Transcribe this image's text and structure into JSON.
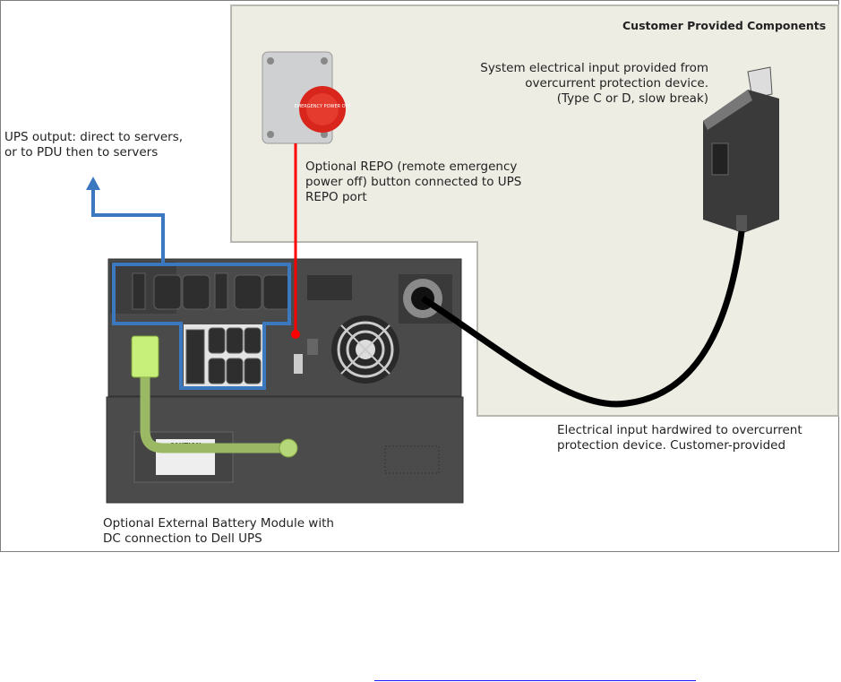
{
  "labels": {
    "customer_box_title": "Customer Provided Components",
    "electrical_input": [
      "System electrical input provided from",
      "overcurrent protection device.",
      "(Type C or D, slow break)"
    ],
    "ups_output": [
      "UPS output: direct to servers,",
      "or to PDU then to servers"
    ],
    "repo": [
      "Optional REPO (remote emergency",
      "power off) button connected to UPS",
      "REPO port"
    ],
    "hardwired": [
      "Electrical input hardwired to overcurrent",
      "protection device.  Customer-provided"
    ],
    "battery": [
      "Optional External Battery Module with",
      "DC connection to Dell UPS"
    ]
  },
  "device_text": {
    "repo_button": "EMERGENCY POWER OFF",
    "caution": "CAUTION"
  },
  "colors": {
    "customer_area": "#eeede4",
    "ups_output_line": "#3c78c0",
    "repo_line": "#ff0000",
    "battery_cable": "#b5d77a",
    "power_cable": "#000000",
    "link": "#1a1aff"
  }
}
